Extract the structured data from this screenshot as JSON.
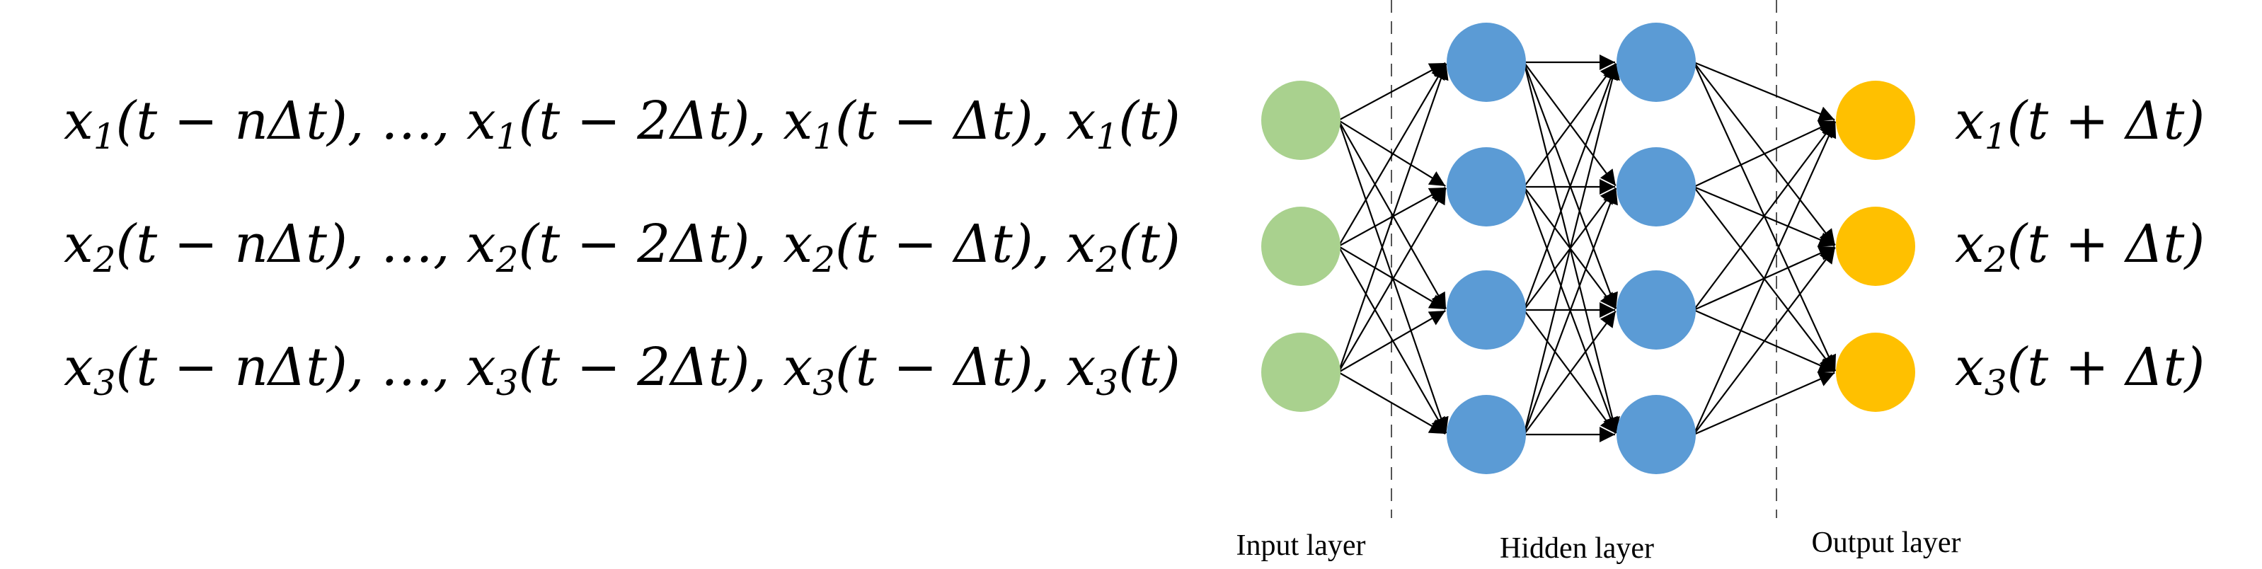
{
  "inputs": [
    {
      "sub": "1",
      "parts": [
        "(t − nΔt), …, x",
        "(t − 2Δt), x",
        "(t − Δt), x",
        "(t)"
      ]
    },
    {
      "sub": "2",
      "parts": [
        "(t − nΔt), …, x",
        "(t − 2Δt), x",
        "(t − Δt), x",
        "(t)"
      ]
    },
    {
      "sub": "3",
      "parts": [
        "(t − nΔt), …, x",
        "(t − 2Δt), x",
        "(t − Δt), x",
        "(t)"
      ]
    }
  ],
  "outputs": [
    {
      "sub": "1",
      "tail": "(t + Δt)"
    },
    {
      "sub": "2",
      "tail": "(t + Δt)"
    },
    {
      "sub": "3",
      "tail": "(t + Δt)"
    }
  ],
  "layer_labels": {
    "input": "Input layer",
    "hidden": "Hidden layer",
    "output": "Output layer"
  },
  "network": {
    "input_count": 3,
    "hidden_layers": 2,
    "hidden_count": 4,
    "output_count": 3
  },
  "colors": {
    "input": "#a9d18e",
    "hidden": "#5b9bd5",
    "output": "#ffc000",
    "edge": "#000000"
  }
}
